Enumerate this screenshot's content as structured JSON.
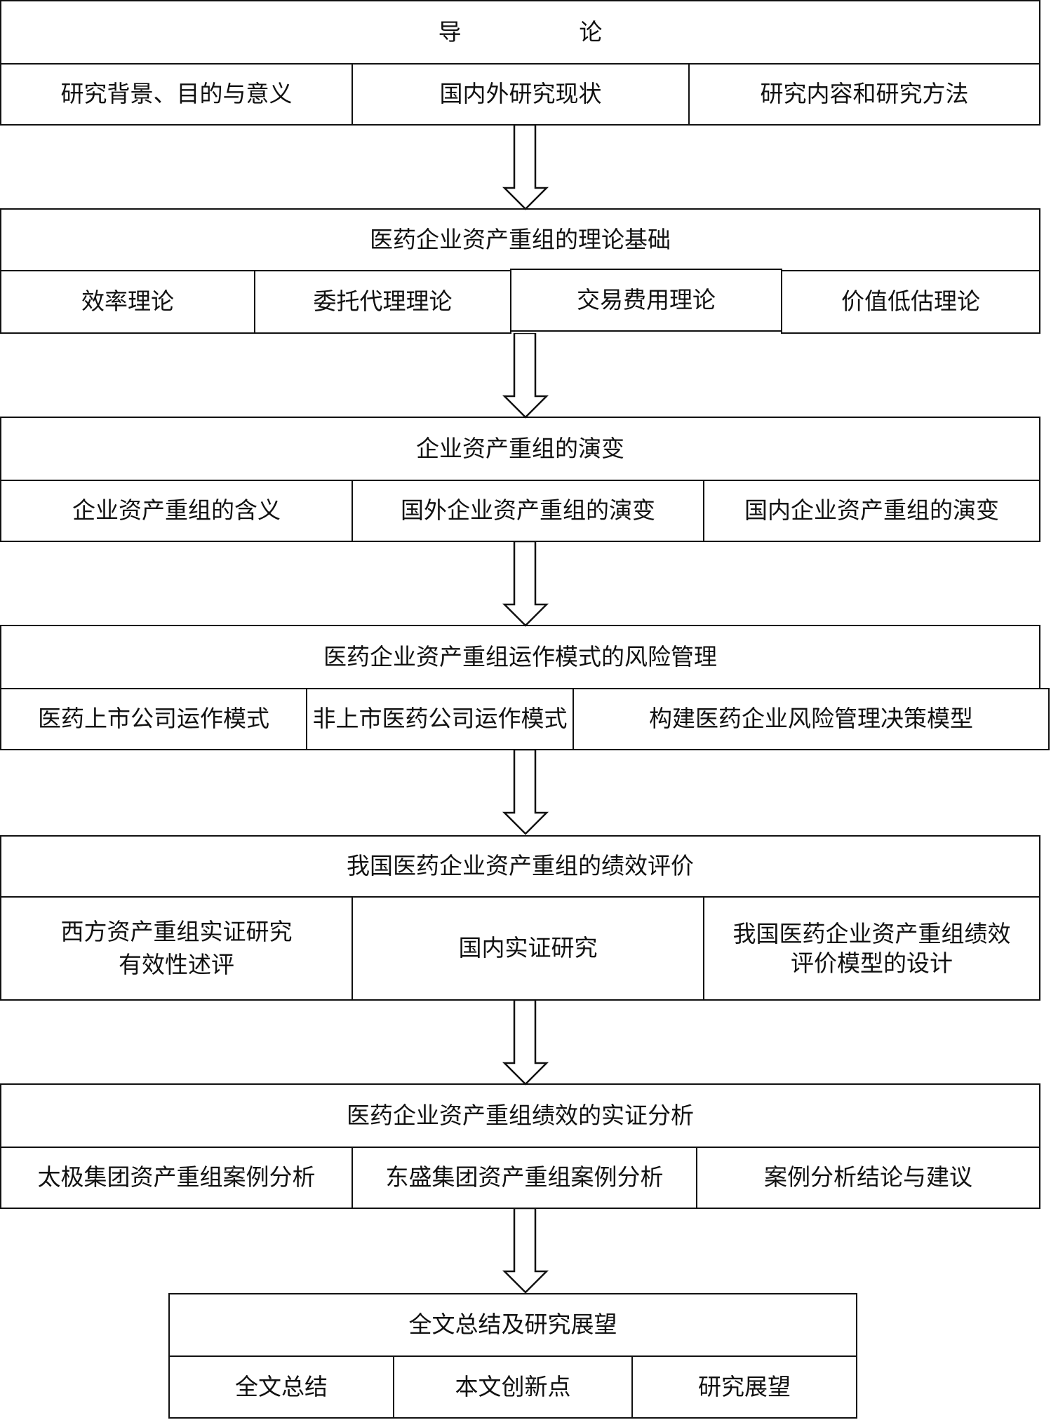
{
  "sections": [
    {
      "title": "导                论",
      "items": [
        "研究背景、目的与意义",
        "国内外研究现状",
        "研究内容和研究方法"
      ]
    },
    {
      "title": "医药企业资产重组的理论基础",
      "items": [
        "效率理论",
        "委托代理理论",
        "交易费用理论",
        "价值低估理论"
      ]
    },
    {
      "title": "企业资产重组的演变",
      "items": [
        "企业资产重组的含义",
        "国外企业资产重组的演变",
        "国内企业资产重组的演变"
      ]
    },
    {
      "title": "医药企业资产重组运作模式的风险管理",
      "items": [
        "医药上市公司运作模式",
        "非上市医药公司运作模式",
        "构建医药企业风险管理决策模型"
      ]
    },
    {
      "title": "我国医药企业资产重组的绩效评价",
      "items": [
        "西方资产重组实证研究\n有效性述评",
        "国内实证研究",
        "我国医药企业资产重组绩效\n评价模型的设计"
      ]
    },
    {
      "title": "医药企业资产重组绩效的实证分析",
      "items": [
        "太极集团资产重组案例分析",
        "东盛集团资产重组案例分析",
        "案例分析结论与建议"
      ]
    },
    {
      "title": "全文总结及研究展望",
      "items": [
        "全文总结",
        "本文创新点",
        "研究展望"
      ]
    }
  ]
}
